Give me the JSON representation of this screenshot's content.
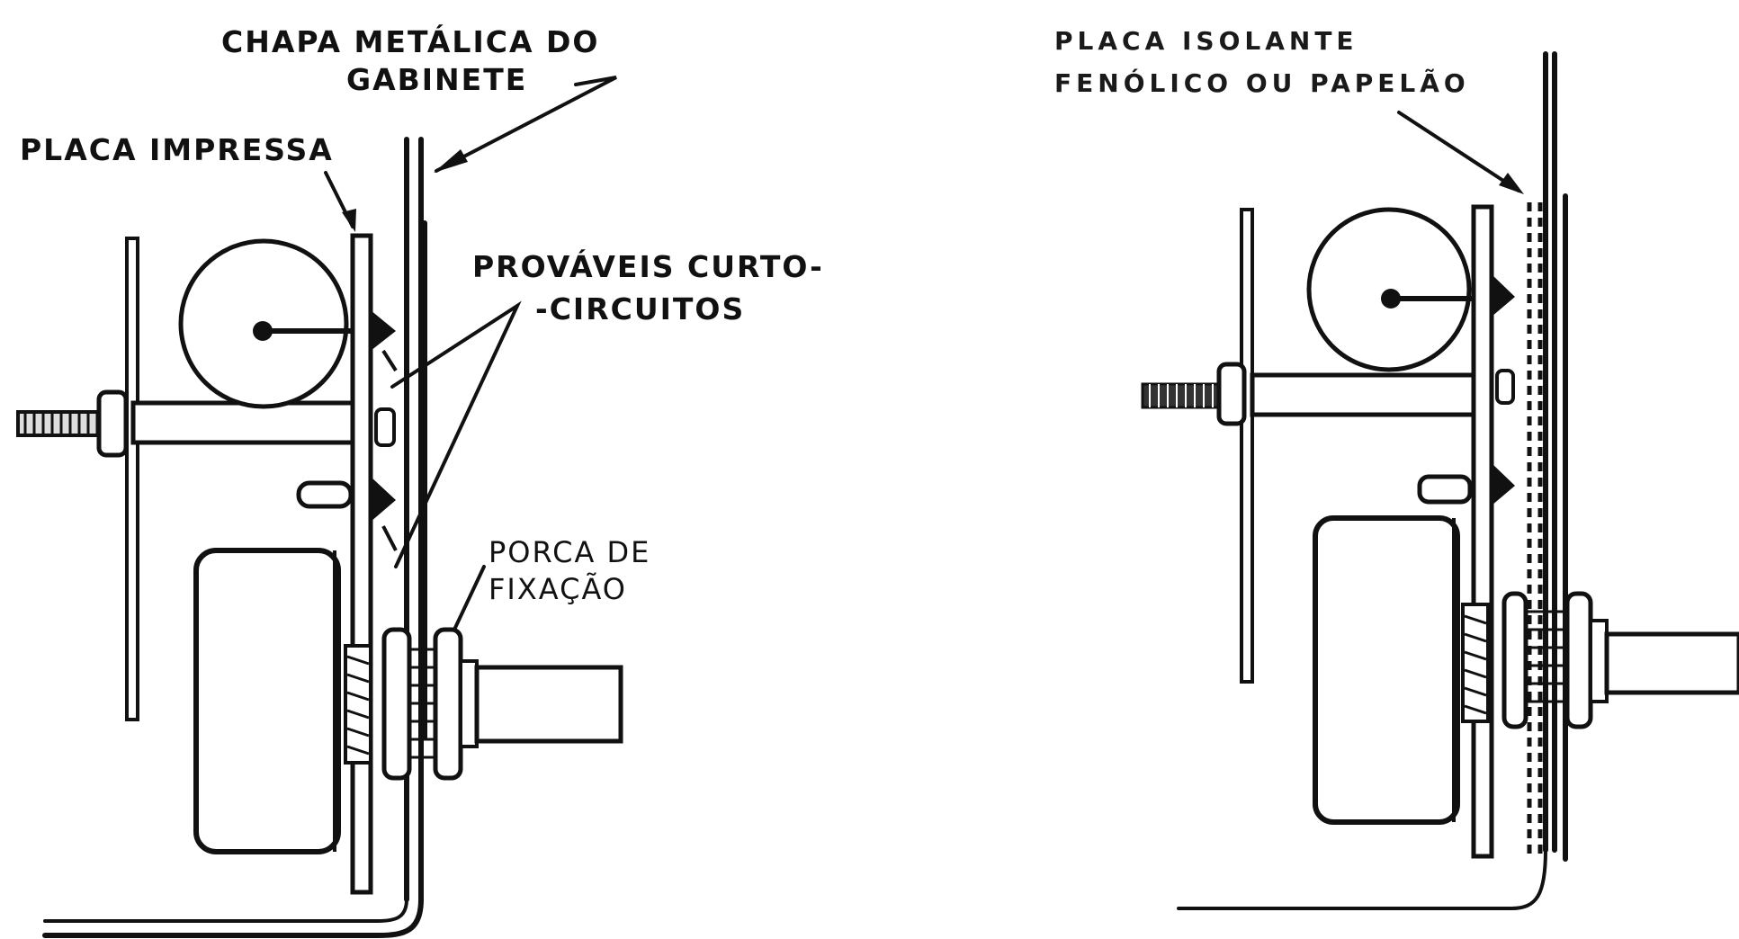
{
  "left_diagram": {
    "label_chassis_line1": "CHAPA  METÁLICA DO",
    "label_chassis_line2": "GABINETE",
    "label_pcb": "PLACA IMPRESSA",
    "label_shorts_line1": "PROVÁVEIS  CURTO-",
    "label_shorts_line2": "-CIRCUITOS",
    "label_nut_line1": "PORCA DE",
    "label_nut_line2": "FIXAÇÃO"
  },
  "right_diagram": {
    "label_insulator_line1": "PLACA ISOLANTE",
    "label_insulator_line2": "FENÓLICO OU PAPELÃO"
  },
  "colors": {
    "ink": "#111111",
    "background": "#ffffff"
  }
}
